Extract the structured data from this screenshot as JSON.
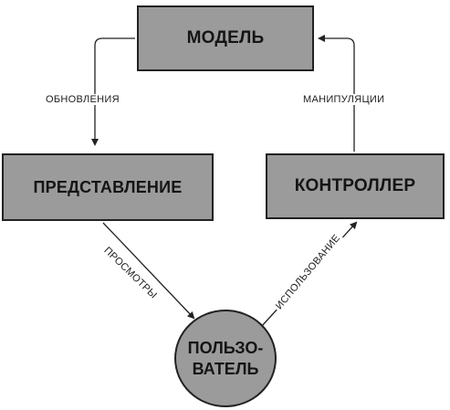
{
  "nodes": {
    "model": "МОДЕЛЬ",
    "view": "ПРЕДСТАВЛЕНИЕ",
    "controller": "КОНТРОЛЛЕР",
    "user": "ПОЛЬЗО-\nВАТЕЛЬ"
  },
  "edges": {
    "model_to_view": "ОБНОВЛЕНИЯ",
    "controller_to_model": "МАНИПУЛЯЦИИ",
    "view_to_user": "ПРОСМОТРЫ",
    "user_to_controller": "ИСПОЛЬЗОВАНИЕ"
  },
  "colors": {
    "node_fill": "#9b9b9b",
    "stroke": "#222222"
  }
}
